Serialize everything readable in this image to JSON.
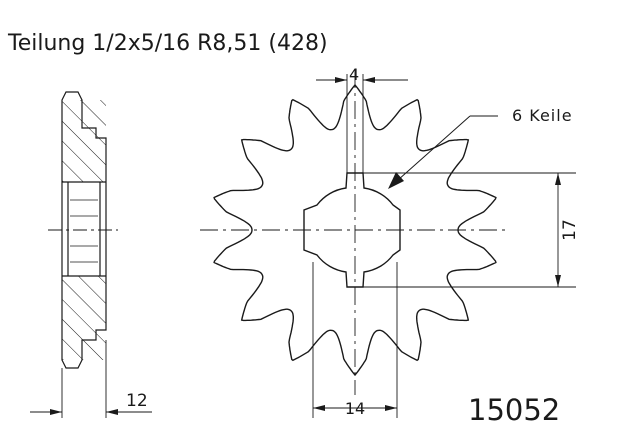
{
  "header": {
    "spec": "Teilung 1/2x5/16 R8,51 (428)"
  },
  "dimensions": {
    "width_top": "4",
    "splines_label": "6 Keile",
    "spline_height": "17",
    "hub_width": "14",
    "thickness": "12"
  },
  "part_number": "15052",
  "sprocket": {
    "teeth": 14,
    "splines": 6
  },
  "colors": {
    "line": "#1a1a1a",
    "background": "#ffffff"
  }
}
